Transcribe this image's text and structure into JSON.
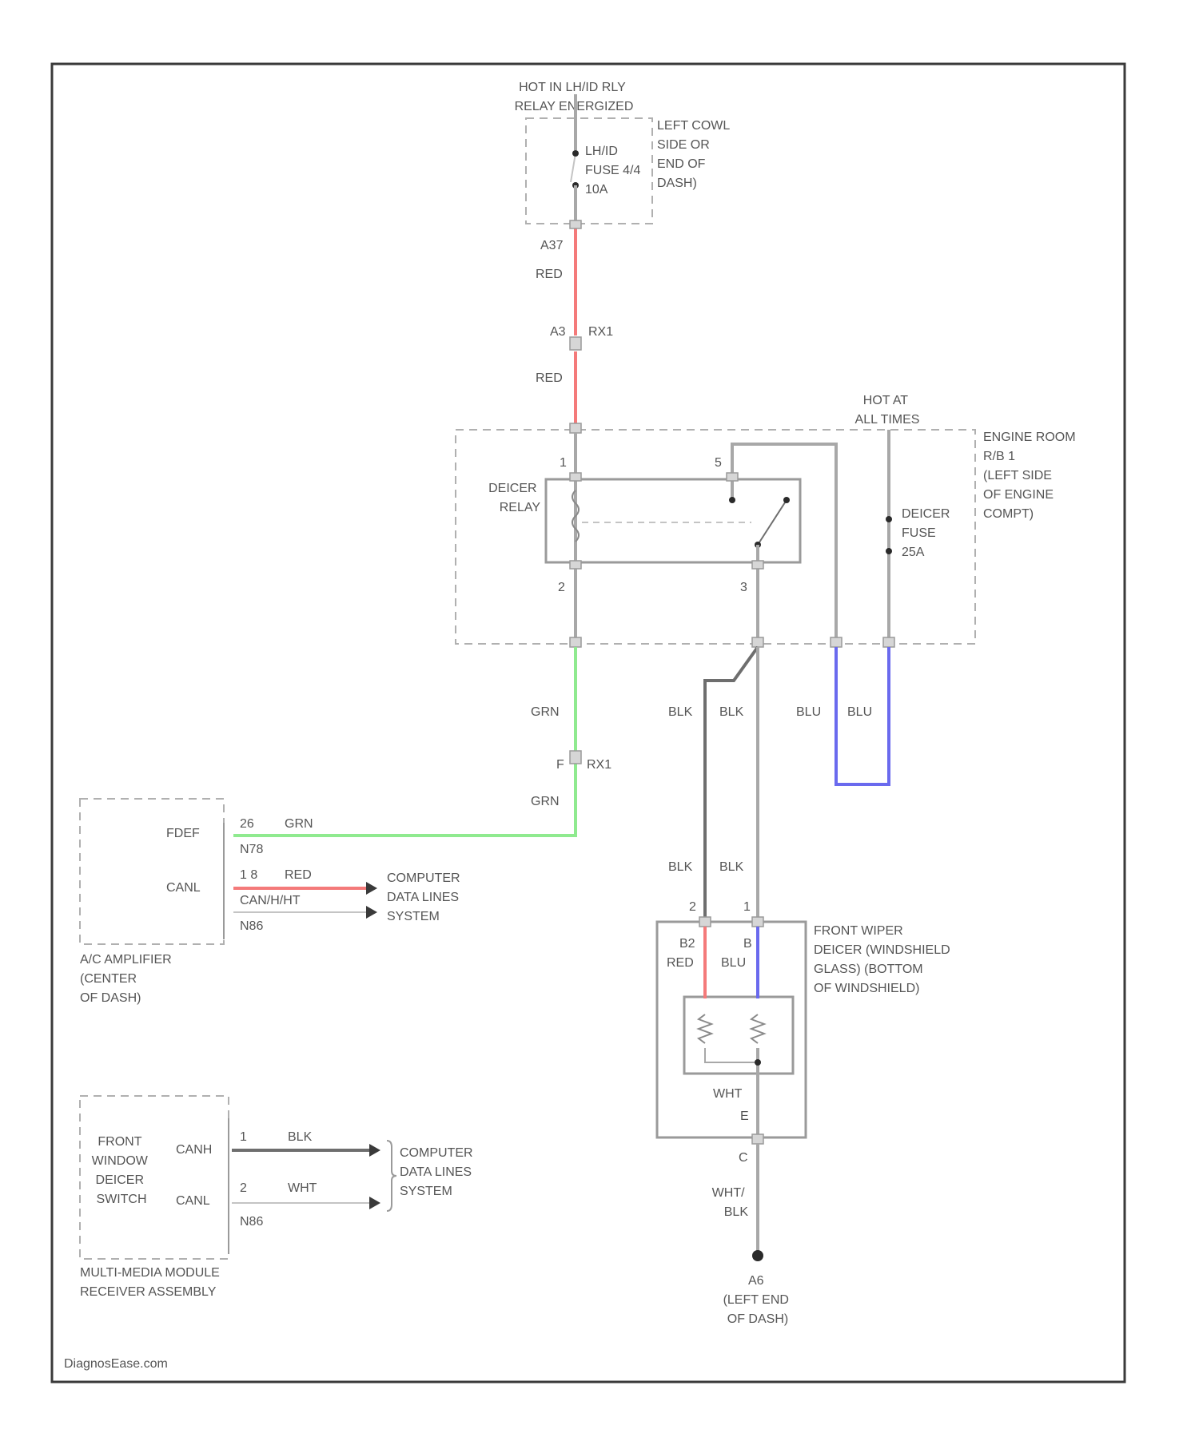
{
  "colors": {
    "red_wire": "#f47a7a",
    "green_wire": "#8fea8f",
    "blue_wire": "#6a6aee",
    "gray_wire": "#a8a8a8",
    "dark_wire": "#6e6e6e"
  },
  "labels": {
    "hot_in_lhd": [
      "HOT IN LH/ID RLY",
      "RELAY ENERGIZED"
    ],
    "fuse_block": [
      "LEFT COWL",
      "SIDE OR",
      "END OF",
      "DASH)"
    ],
    "fuse_name": [
      "LH/ID",
      "FUSE 4/4",
      "10A"
    ],
    "wire_upper_1": "A37",
    "red_1": "RED",
    "conn_a": "A3",
    "conn_a_code": "RX1",
    "red_2": "RED",
    "hot_at_all_times": [
      "HOT AT",
      "ALL TIMES"
    ],
    "engine_room": [
      "ENGINE ROOM",
      "R/B 1",
      "(LEFT SIDE",
      "OF ENGINE",
      "COMPT)"
    ],
    "relay_name": [
      "DEICER",
      "RELAY"
    ],
    "relay_pin_1": "1",
    "relay_pin_5": "5",
    "relay_pin_2": "2",
    "relay_pin_3": "3",
    "deicer_fuse": [
      "DEICER",
      "FUSE",
      "25A"
    ],
    "grn_1": "GRN",
    "grn_2": "GRN",
    "conn_b": "F",
    "conn_b_code": "RX1",
    "blk_1": "BLK",
    "blk_2": "BLK",
    "blu_1": "BLU",
    "blu_2": "BLU",
    "blk_3": "BLK",
    "blk_4": "BLK",
    "fdef": "FDEF",
    "fdef_pin": "26",
    "fdef_code": "N78",
    "canl_1": "CANL",
    "canl_pin": "1 8",
    "canh": "CAN/H/HT",
    "n86_1": "N86",
    "grn_amp": "GRN",
    "red_amp": "RED",
    "computer_data_1": [
      "COMPUTER",
      "DATA LINES",
      "SYSTEM"
    ],
    "ac_amplifier": [
      "A/C AMPLIFIER",
      "(CENTER",
      "OF DASH)"
    ],
    "heater_pin_2": "2",
    "heater_pin_1": "1",
    "heater_b2": "B2",
    "heater_b": "B",
    "heater_red": "RED",
    "heater_blu": "BLU",
    "heater_name": [
      "FRONT WIPER",
      "DEICER (WINDSHIELD",
      "GLASS) (BOTTOM",
      "OF WINDSHIELD)"
    ],
    "wht": "WHT",
    "heater_e": "E",
    "heater_pin_c": "C",
    "wht_blk": [
      "WHT/",
      "BLK"
    ],
    "ground": [
      "A6",
      "(LEFT END",
      "OF DASH)"
    ],
    "switch_name": [
      "FRONT",
      "WINDOW",
      "DEICER",
      "SWITCH"
    ],
    "canh_2": "CANH",
    "canl_2": "CANL",
    "sw_pin_1": "1",
    "sw_pin_2": "2",
    "n86_2": "N86",
    "blk_sw": "BLK",
    "wht_sw": "WHT",
    "computer_data_2": [
      "COMPUTER",
      "DATA LINES",
      "SYSTEM"
    ],
    "multimedia": [
      "MULTI-MEDIA MODULE",
      "RECEIVER ASSEMBLY"
    ],
    "watermark": "DiagnosEase.com"
  }
}
